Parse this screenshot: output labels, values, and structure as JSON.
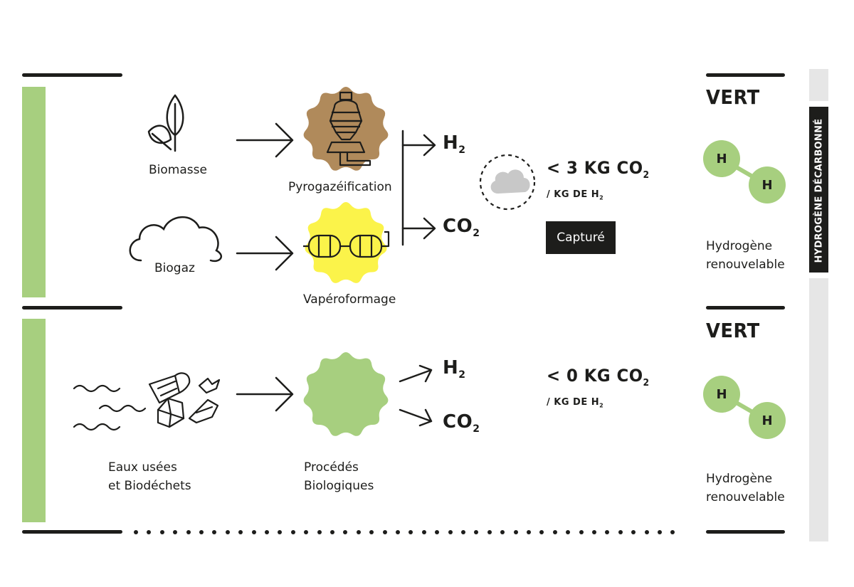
{
  "side_label": "HYDROGÈNE DÉCARBONNÉ",
  "row1": {
    "inputs": [
      {
        "name": "Biomasse",
        "icon": "plant-leaves-icon"
      },
      {
        "name": "Biogaz",
        "icon": "cloud-outline-icon"
      }
    ],
    "processes": [
      {
        "name": "Pyrogazéification",
        "color": "#b08a5b"
      },
      {
        "name": "Vapéroformage",
        "color": "#fbf34a"
      }
    ],
    "outputs": {
      "h2": "H",
      "h2_sub": "2",
      "co2": "CO",
      "co2_sub": "2"
    },
    "emission": {
      "value": "< 3 KG CO",
      "value_sub": "2",
      "per": "/ KG DE H",
      "per_sub": "2"
    },
    "capture_label": "Capturé",
    "category": "VERT",
    "molecule": {
      "atom1": "H",
      "atom2": "H"
    },
    "result": [
      "Hydrogène",
      "renouvelable"
    ]
  },
  "row2": {
    "input": {
      "name_lines": [
        "Eaux usées",
        "et Biodéchets"
      ],
      "icon": "waste-water-icon"
    },
    "process": {
      "name_lines": [
        "Procédés",
        "Biologiques"
      ],
      "color": "#a7cf7f"
    },
    "outputs": {
      "h2": "H",
      "h2_sub": "2",
      "co2": "CO",
      "co2_sub": "2"
    },
    "emission": {
      "value": "< 0 KG CO",
      "value_sub": "2",
      "per": "/ KG DE H",
      "per_sub": "2"
    },
    "category": "VERT",
    "molecule": {
      "atom1": "H",
      "atom2": "H"
    },
    "result": [
      "Hydrogène",
      "renouvelable"
    ]
  },
  "colors": {
    "green": "#a7cf7f",
    "brown": "#b08a5b",
    "yellow": "#fbf34a",
    "dark": "#1d1d1b",
    "grey": "#e6e6e6"
  }
}
